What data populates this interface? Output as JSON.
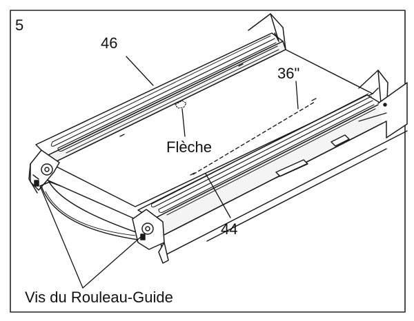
{
  "figure": {
    "step_number": "5",
    "labels": {
      "part_46": "46",
      "distance": "36\"",
      "arrow": "Flèche",
      "part_44": "44",
      "idler_screws": "Vis du Rouleau-Guide"
    }
  }
}
